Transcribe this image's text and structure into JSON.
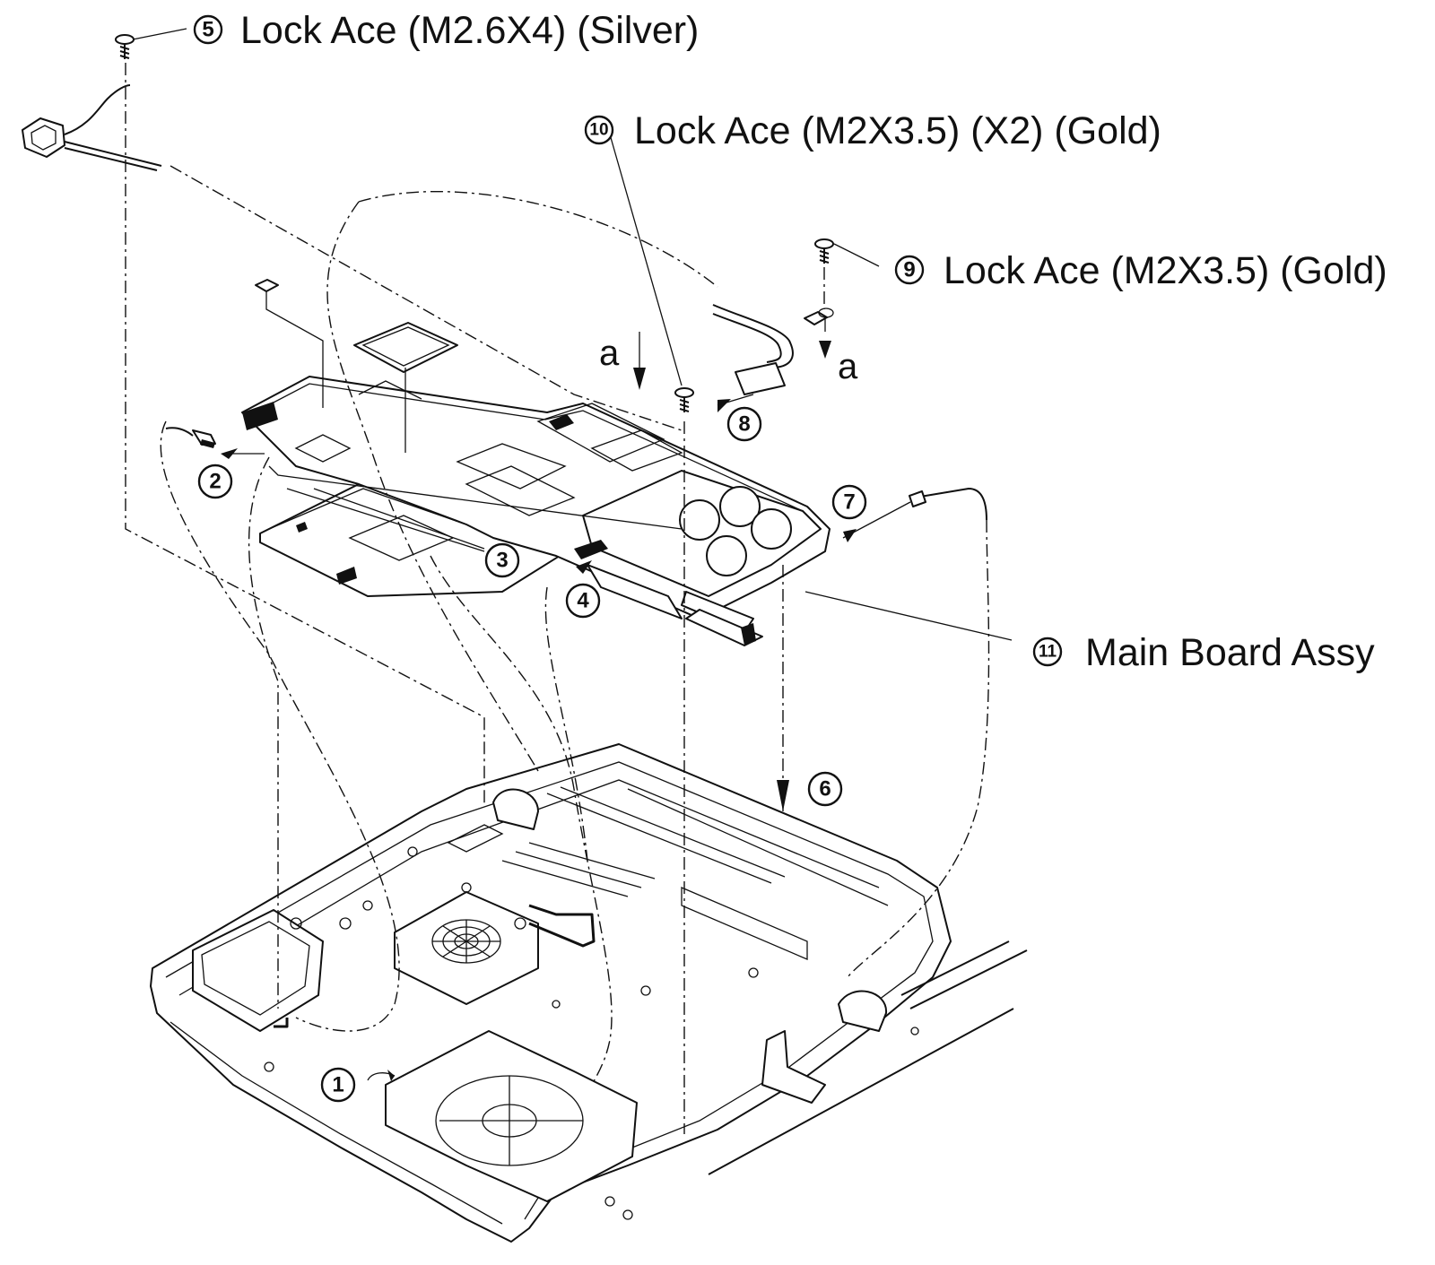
{
  "callouts": {
    "c5": {
      "num": "5",
      "text": "Lock Ace (M2.6X4) (Silver)"
    },
    "c10": {
      "num": "10",
      "text": "Lock Ace (M2X3.5) (X2) (Gold)"
    },
    "c9": {
      "num": "9",
      "text": "Lock Ace (M2X3.5) (Gold)"
    },
    "c11": {
      "num": "11",
      "text": "Main Board Assy"
    }
  },
  "steps": [
    "1",
    "2",
    "3",
    "4",
    "6",
    "7",
    "8"
  ],
  "arrow_labels": {
    "left": "a",
    "right": "a"
  },
  "icons": [
    "screw-icon",
    "connector-icon",
    "fan-grille-icon",
    "dc-jack-icon"
  ]
}
